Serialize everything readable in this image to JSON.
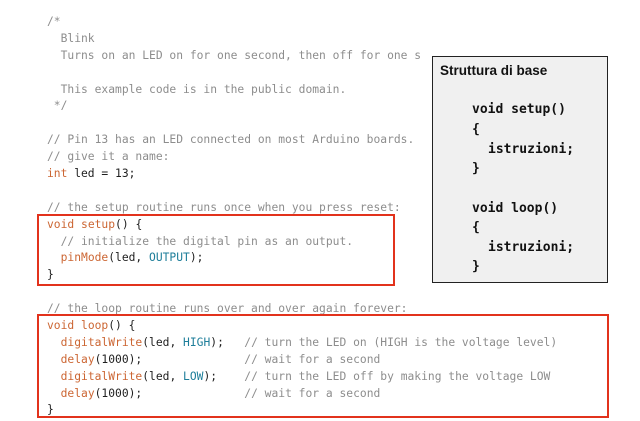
{
  "code_lines": [
    [
      {
        "t": "/*",
        "c": "c"
      }
    ],
    [
      {
        "t": "  Blink",
        "c": "c"
      }
    ],
    [
      {
        "t": "  Turns on an LED on for one second, then off for one s",
        "c": "c"
      }
    ],
    [
      {
        "t": "",
        "c": ""
      }
    ],
    [
      {
        "t": "  This example code is in the public domain.",
        "c": "c"
      }
    ],
    [
      {
        "t": " */",
        "c": "c"
      }
    ],
    [
      {
        "t": "",
        "c": ""
      }
    ],
    [
      {
        "t": "// Pin 13 has an LED connected on most Arduino boards.",
        "c": "c"
      }
    ],
    [
      {
        "t": "// give it a name:",
        "c": "c"
      }
    ],
    [
      {
        "t": "int",
        "c": "kw"
      },
      {
        "t": " led = 13;",
        "c": ""
      }
    ],
    [
      {
        "t": "",
        "c": ""
      }
    ],
    [
      {
        "t": "// the setup routine runs once when you press reset:",
        "c": "c"
      }
    ],
    [
      {
        "t": "void",
        "c": "kw"
      },
      {
        "t": " ",
        "c": ""
      },
      {
        "t": "setup",
        "c": "fn"
      },
      {
        "t": "() {",
        "c": ""
      }
    ],
    [
      {
        "t": "  // initialize the digital pin as an output.",
        "c": "c"
      }
    ],
    [
      {
        "t": "  ",
        "c": ""
      },
      {
        "t": "pinMode",
        "c": "fn"
      },
      {
        "t": "(led, ",
        "c": ""
      },
      {
        "t": "OUTPUT",
        "c": "cn"
      },
      {
        "t": ");",
        "c": ""
      }
    ],
    [
      {
        "t": "}",
        "c": ""
      }
    ],
    [
      {
        "t": "",
        "c": ""
      }
    ],
    [
      {
        "t": "// the loop routine runs over and over again forever:",
        "c": "c"
      }
    ],
    [
      {
        "t": "void",
        "c": "kw"
      },
      {
        "t": " ",
        "c": ""
      },
      {
        "t": "loop",
        "c": "fn"
      },
      {
        "t": "() {",
        "c": ""
      }
    ],
    [
      {
        "t": "  ",
        "c": ""
      },
      {
        "t": "digitalWrite",
        "c": "fn"
      },
      {
        "t": "(led, ",
        "c": ""
      },
      {
        "t": "HIGH",
        "c": "cn"
      },
      {
        "t": ");   ",
        "c": ""
      },
      {
        "t": "// turn the LED on (HIGH is the voltage level)",
        "c": "c"
      }
    ],
    [
      {
        "t": "  ",
        "c": ""
      },
      {
        "t": "delay",
        "c": "fn"
      },
      {
        "t": "(1000);               ",
        "c": ""
      },
      {
        "t": "// wait for a second",
        "c": "c"
      }
    ],
    [
      {
        "t": "  ",
        "c": ""
      },
      {
        "t": "digitalWrite",
        "c": "fn"
      },
      {
        "t": "(led, ",
        "c": ""
      },
      {
        "t": "LOW",
        "c": "cn"
      },
      {
        "t": ");    ",
        "c": ""
      },
      {
        "t": "// turn the LED off by making the voltage LOW",
        "c": "c"
      }
    ],
    [
      {
        "t": "  ",
        "c": ""
      },
      {
        "t": "delay",
        "c": "fn"
      },
      {
        "t": "(1000);               ",
        "c": ""
      },
      {
        "t": "// wait for a second",
        "c": "c"
      }
    ],
    [
      {
        "t": "}",
        "c": ""
      }
    ]
  ],
  "panel": {
    "title": "Struttura di base",
    "lines": [
      "void setup()",
      "{",
      "  istruzioni;",
      "}",
      "",
      "void loop()",
      "{",
      "  istruzioni;",
      "}"
    ]
  },
  "colors": {
    "highlight_border": "#e2321c",
    "comment": "#8d8d8d",
    "keyword": "#cc6633",
    "constant": "#1e7e9a",
    "panel_bg": "#f0f0f0"
  }
}
